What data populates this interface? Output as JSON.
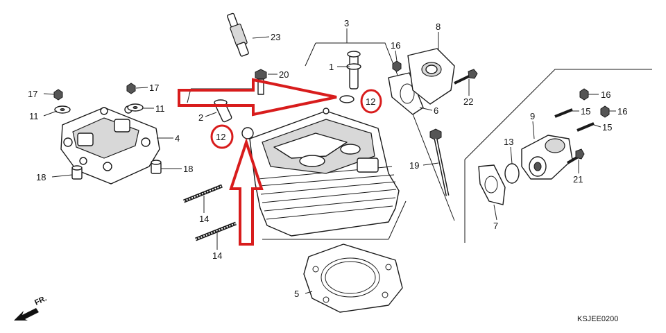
{
  "labels": {
    "p1": "1",
    "p2": "2",
    "p3": "3",
    "p4": "4",
    "p5": "5",
    "p6": "6",
    "p7": "7",
    "p8": "8",
    "p9": "9",
    "p11a": "11",
    "p11b": "11",
    "p12a": "12",
    "p12b": "12",
    "p13": "13",
    "p14a": "14",
    "p14b": "14",
    "p15a": "15",
    "p15b": "15",
    "p16a": "16",
    "p16b": "16",
    "p16c": "16",
    "p17a": "17",
    "p17b": "17",
    "p18a": "18",
    "p18b": "18",
    "p19": "19",
    "p20": "20",
    "p21": "21",
    "p22": "22",
    "p23": "23"
  },
  "front_marker": "FR.",
  "diagram_code": "KSJEE0200",
  "highlight_color": "#d81c1c"
}
